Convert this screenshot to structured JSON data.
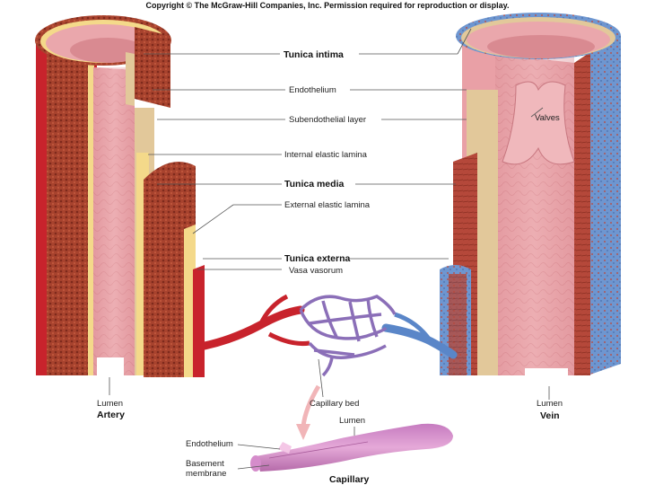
{
  "copyright": "Copyright © The McGraw-Hill Companies, Inc. Permission required for reproduction or display.",
  "labels": {
    "tunica_intima": "Tunica intima",
    "endothelium": "Endothelium",
    "subendothelial_layer": "Subendothelial layer",
    "internal_elastic_lamina": "Internal elastic lamina",
    "tunica_media": "Tunica media",
    "external_elastic_lamina": "External elastic lamina",
    "tunica_externa": "Tunica externa",
    "vasa_vasorum": "Vasa vasorum",
    "valves": "Valves",
    "capillary_bed": "Capillary bed",
    "lumen_artery": "Lumen",
    "artery": "Artery",
    "lumen_vein": "Lumen",
    "vein": "Vein",
    "lumen_capillary": "Lumen",
    "endothelium_capillary": "Endothelium",
    "basement_membrane_line1": "Basement",
    "basement_membrane_line2": "membrane",
    "capillary": "Capillary"
  },
  "colors": {
    "artery_red": "#c8232c",
    "muscle_brown": "#a8432e",
    "lumen_pink": "#e9a0a6",
    "elastic_yellow": "#f4d98a",
    "subendo_tan": "#e2c89a",
    "vein_blue": "#5a86c8",
    "capillary_purple": "#8b6fb8"
  }
}
